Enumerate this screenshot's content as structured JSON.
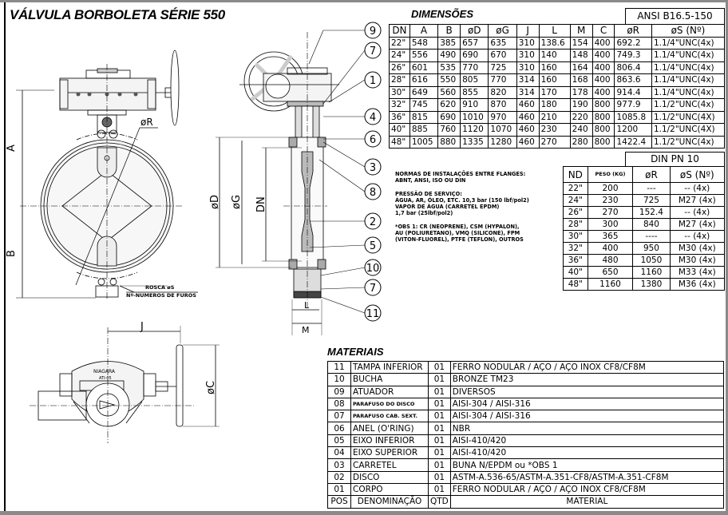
{
  "title": "VÁLVULA BORBOLETA SÉRIE 550",
  "drawing_labels": {
    "A": "A",
    "B": "B",
    "R": "øR",
    "D": "øD",
    "G": "øG",
    "DN": "DN",
    "L": "L",
    "M": "M",
    "J": "J",
    "C": "øC",
    "rosca": "ROSCA øS",
    "furos": "Nº-NUMEROS DE FUROS",
    "brand": "NIAGARA",
    "model": "ATI-05",
    "balloons": [
      "9",
      "7",
      "1",
      "4",
      "6",
      "3",
      "8",
      "2",
      "5",
      "10",
      "7",
      "11"
    ]
  },
  "dimensions": {
    "title": "DIMENSÕES",
    "standard": "ANSI  B16.5-150",
    "headers": [
      "DN",
      "A",
      "B",
      "øD",
      "øG",
      "J",
      "L",
      "M",
      "C",
      "øR",
      "øS (Nº)"
    ],
    "rows": [
      [
        "22\"",
        "548",
        "385",
        "657",
        "635",
        "310",
        "138.6",
        "154",
        "400",
        "692.2",
        "1.1/4\"UNC(4x)"
      ],
      [
        "24\"",
        "556",
        "490",
        "690",
        "670",
        "310",
        "140",
        "148",
        "400",
        "749.3",
        "1.1/4\"UNC(4x)"
      ],
      [
        "26\"",
        "601",
        "535",
        "770",
        "725",
        "310",
        "160",
        "164",
        "400",
        "806.4",
        "1.1/4\"UNC(4x)"
      ],
      [
        "28\"",
        "616",
        "550",
        "805",
        "770",
        "314",
        "160",
        "168",
        "400",
        "863.6",
        "1.1/4\"UNC(4x)"
      ],
      [
        "30\"",
        "649",
        "560",
        "855",
        "820",
        "314",
        "170",
        "178",
        "400",
        "914.4",
        "1.1/4\"UNC(4x)"
      ],
      [
        "32\"",
        "745",
        "620",
        "910",
        "870",
        "460",
        "180",
        "190",
        "800",
        "977.9",
        "1.1/2\"UNC(4x)"
      ],
      [
        "36\"",
        "815",
        "690",
        "1010",
        "970",
        "460",
        "210",
        "220",
        "800",
        "1085.8",
        "1.1/2\"UNC(4X)"
      ],
      [
        "40\"",
        "885",
        "760",
        "1120",
        "1070",
        "460",
        "230",
        "240",
        "800",
        "1200",
        "1.1/2\"UNC(4X)"
      ],
      [
        "48\"",
        "1005",
        "880",
        "1335",
        "1280",
        "460",
        "270",
        "280",
        "800",
        "1422.4",
        "1.1/2\"UNC(4x)"
      ]
    ]
  },
  "din": {
    "standard": "DIN  PN  10",
    "headers": [
      "ND",
      "PESO (KG)",
      "øR",
      "øS (Nº)"
    ],
    "rows": [
      [
        "22\"",
        "200",
        "---",
        "-- (4x)"
      ],
      [
        "24\"",
        "230",
        "725",
        "M27 (4x)"
      ],
      [
        "26\"",
        "270",
        "152.4",
        "-- (4x)"
      ],
      [
        "28\"",
        "300",
        "840",
        "M27 (4x)"
      ],
      [
        "30\"",
        "365",
        "----",
        "-- (4x)"
      ],
      [
        "32\"",
        "400",
        "950",
        "M30 (4x)"
      ],
      [
        "36\"",
        "480",
        "1050",
        "M30 (4x)"
      ],
      [
        "40\"",
        "650",
        "1160",
        "M33 (4x)"
      ],
      [
        "48\"",
        "1160",
        "1380",
        "M36 (4x)"
      ]
    ]
  },
  "notes": {
    "normas": [
      "NORMAS DE INSTALAÇÕES ENTRE FLANGES:",
      "ABNT, ANSI, ISO OU DIN"
    ],
    "pressao": [
      "PRESSÃO DE SERVIÇO:",
      "ÁGUA, AR, ÓLEO, ETC. 10,3 bar (150 lbf/pol2)",
      "VAPOR DE ÁGUA (CARRETEL EPDM)",
      "1,7 bar (25lbf/pol2)"
    ],
    "obs": [
      "*OBS 1: CR (NEOPRENE), CSM (HYPALON),",
      "AU (POLIURETANO), VMQ (SILICONE), FPM",
      "(VITON-FLUOREL), PTFE (TEFLON), OUTROS"
    ]
  },
  "materials": {
    "title": "MATERIAIS",
    "rows": [
      [
        "11",
        "TAMPA INFERIOR",
        "01",
        "FERRO NODULAR / AÇO / AÇO INOX CF8/CF8M"
      ],
      [
        "10",
        "BUCHA",
        "01",
        "BRONZE TM23"
      ],
      [
        "09",
        "ATUADOR",
        "01",
        "DIVERSOS"
      ],
      [
        "08",
        "PARAFUSO DO DISCO",
        "01",
        "AISI-304 / AISI-316"
      ],
      [
        "07",
        "PARAFUSO CAB. SEXT.",
        "01",
        "AISI-304 / AISI-316"
      ],
      [
        "06",
        "ANEL (O'RING)",
        "01",
        "NBR"
      ],
      [
        "05",
        "EIXO INFERIOR",
        "01",
        "AISI-410/420"
      ],
      [
        "04",
        "EIXO SUPERIOR",
        "01",
        "AISI-410/420"
      ],
      [
        "03",
        "CARRETEL",
        "01",
        "BUNA N/EPDM ou *OBS 1"
      ],
      [
        "02",
        "DISCO",
        "01",
        "ASTM-A.536-65/ASTM-A.351-CF8/ASTM-A.351-CF8M"
      ],
      [
        "01",
        "CORPO",
        "01",
        "FERRO NODULAR / AÇO / AÇO INOX CF8/CF8M"
      ]
    ],
    "footer": [
      "POS",
      "DENOMINAÇÃO",
      "QTD",
      "MATERIAL"
    ]
  }
}
